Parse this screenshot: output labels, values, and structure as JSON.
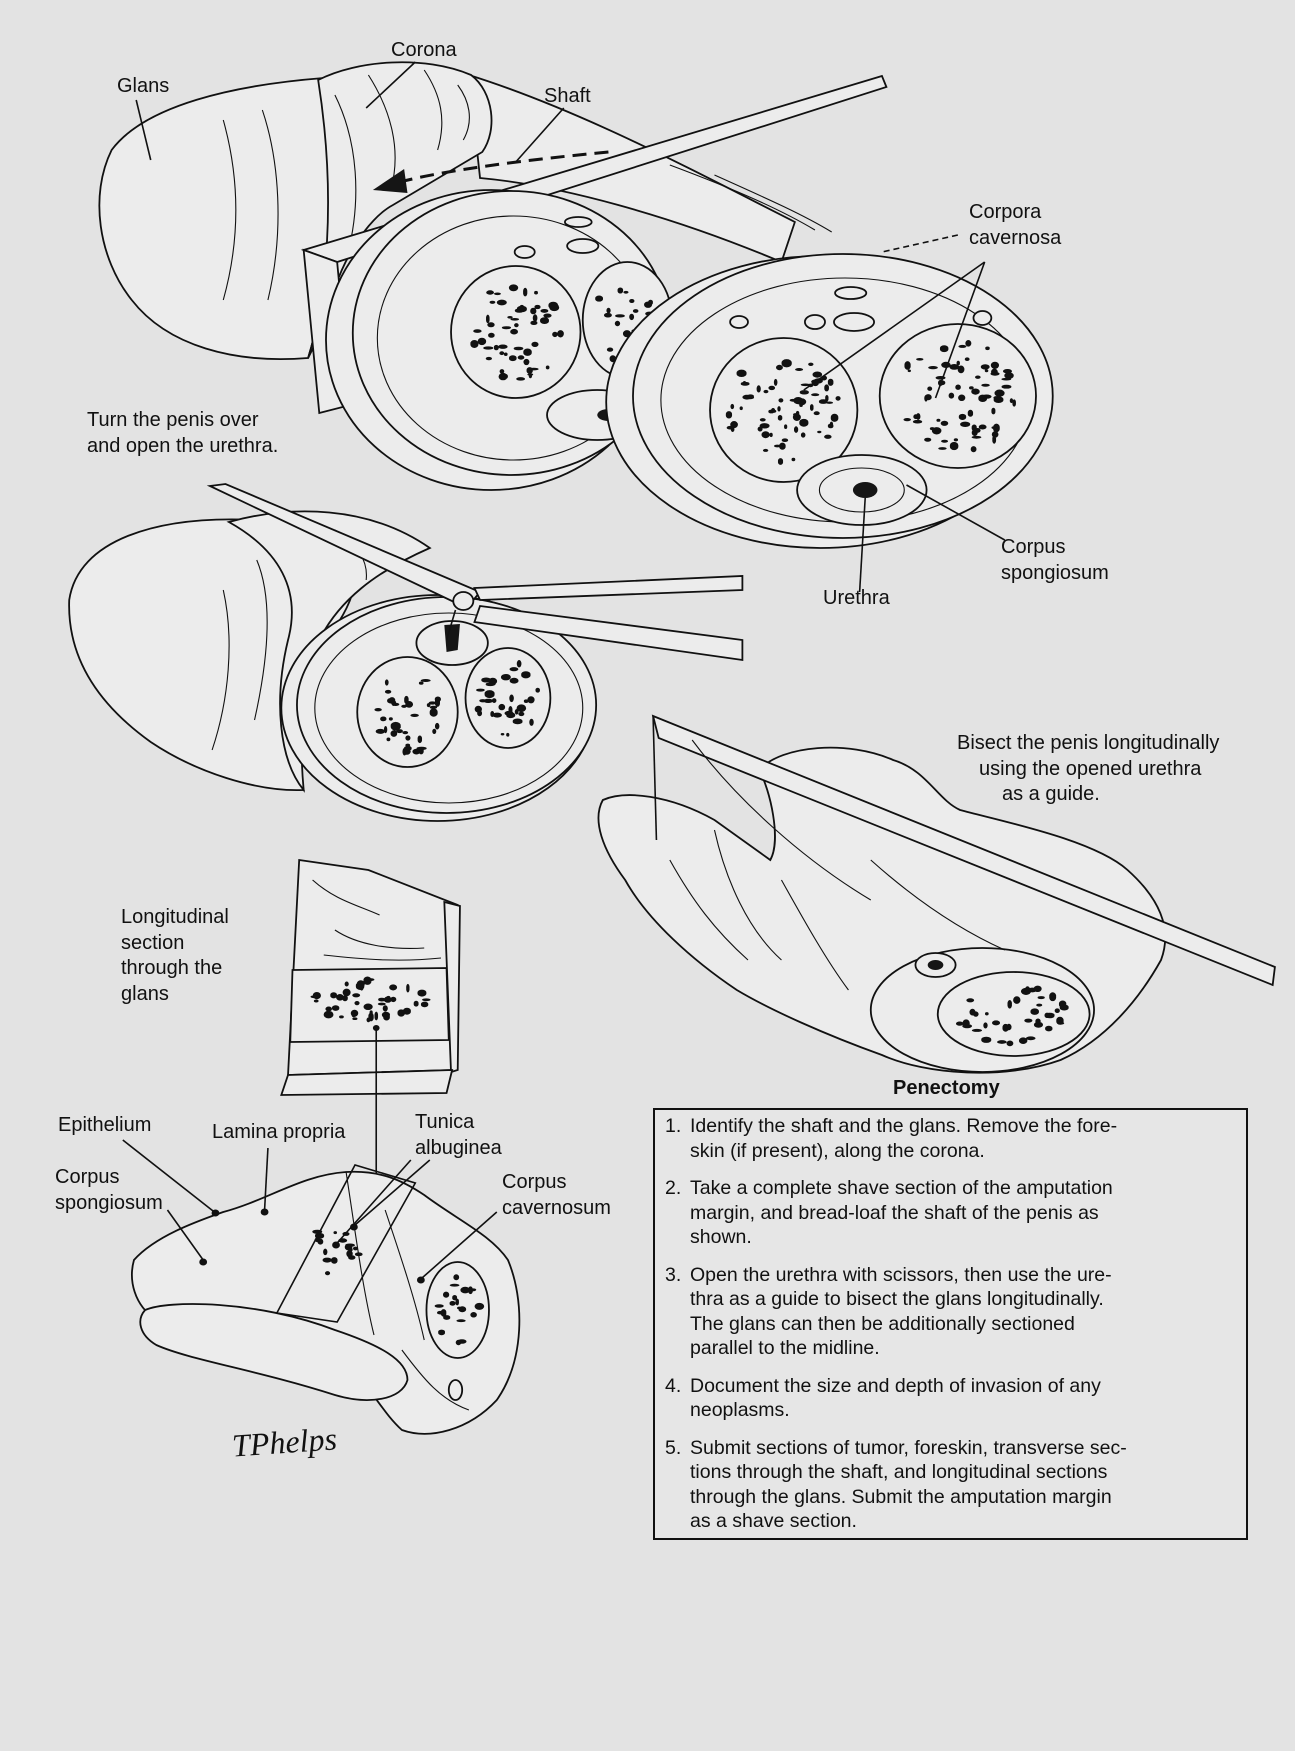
{
  "labels": {
    "glans": "Glans",
    "corona": "Corona",
    "shaft": "Shaft",
    "corpora_cavernosa": [
      "Corpora",
      "cavernosa"
    ],
    "turn_over": [
      "Turn the penis over",
      "and open the urethra."
    ],
    "corpus_spongiosum_top": [
      "Corpus",
      "spongiosum"
    ],
    "urethra": "Urethra",
    "bisect": [
      "Bisect the penis longitudinally",
      "using the opened urethra",
      "as a guide."
    ],
    "longitudinal": [
      "Longitudinal",
      "section",
      "through the",
      "glans"
    ],
    "epithelium": "Epithelium",
    "lamina_propria": "Lamina propria",
    "tunica_albuginea": [
      "Tunica",
      "albuginea"
    ],
    "corpus_spongiosum_bottom": [
      "Corpus",
      "spongiosum"
    ],
    "corpus_cavernosum": [
      "Corpus",
      "cavernosum"
    ]
  },
  "procedure": {
    "title": "Penectomy",
    "steps": [
      {
        "number": "1.",
        "lines": [
          "Identify the shaft and the glans. Remove the fore-",
          "skin (if present), along the corona."
        ]
      },
      {
        "number": "2.",
        "lines": [
          "Take a complete shave section of the amputation",
          "margin, and bread-loaf the shaft of the penis as",
          "shown."
        ]
      },
      {
        "number": "3.",
        "lines": [
          "Open the urethra with scissors, then use the ure-",
          "thra as a guide to bisect the glans longitudinally.",
          "The glans can then be additionally sectioned",
          "parallel to the midline."
        ]
      },
      {
        "number": "4.",
        "lines": [
          "Document the size and depth of invasion of any",
          "neoplasms."
        ]
      },
      {
        "number": "5.",
        "lines": [
          "Submit sections of tumor, foreskin, transverse sec-",
          "tions through the shaft, and longitudinal sections",
          "through the glans. Submit the amputation margin",
          "as a shave section."
        ]
      }
    ]
  },
  "signature": "TPhelps",
  "colors": {
    "background": "#e3e3e3",
    "ink": "#111111",
    "tissue": "#ececec"
  }
}
